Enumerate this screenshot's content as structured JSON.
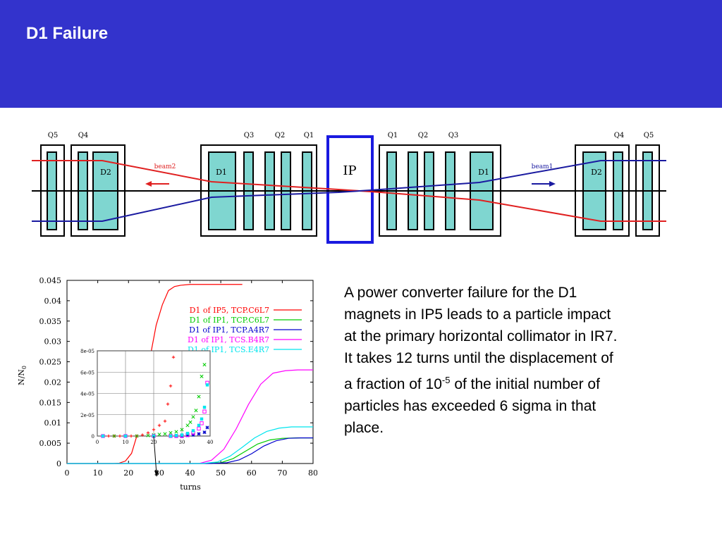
{
  "slide": {
    "title": "D1 Failure",
    "header_color": "#3333cc"
  },
  "layout_diagram": {
    "labels_left": [
      "Q5",
      "Q4"
    ],
    "labels_center_left": [
      "Q3",
      "Q2",
      "Q1"
    ],
    "labels_center_right": [
      "Q1",
      "Q2",
      "Q3"
    ],
    "labels_right": [
      "Q4",
      "Q5"
    ],
    "d2_left": "D2",
    "d1_left": "D1",
    "ip": "IP",
    "d1_right": "D1",
    "d2_right": "D2",
    "beam2": "beam2",
    "beam1": "beam1",
    "colors": {
      "magnet": "#7fd6d0",
      "beam1": "#1a1aa0",
      "beam2": "#e02020",
      "ip_box": "#1a1ae0"
    }
  },
  "chart_data": {
    "type": "line",
    "xlabel": "turns",
    "ylabel": "N/N0",
    "xlim": [
      0,
      80
    ],
    "ylim": [
      0,
      0.045
    ],
    "xticks": [
      "0",
      "10",
      "20",
      "30",
      "40",
      "50",
      "60",
      "70",
      "80"
    ],
    "yticks": [
      "0",
      "0.005",
      "0.01",
      "0.015",
      "0.02",
      "0.025",
      "0.03",
      "0.035",
      "0.04",
      "0.045"
    ],
    "legend": "top-right",
    "grid": false,
    "series": [
      {
        "name": "D1 of IP5, TCP.C6L7",
        "color": "#ff0000",
        "x": [
          0,
          15,
          17,
          19,
          21,
          23,
          25,
          27,
          29,
          31,
          33,
          35,
          37,
          40,
          45,
          57
        ],
        "y": [
          0,
          0,
          0.0001,
          0.0006,
          0.0025,
          0.0075,
          0.016,
          0.026,
          0.034,
          0.039,
          0.0425,
          0.0435,
          0.0438,
          0.044,
          0.044,
          0.044
        ]
      },
      {
        "name": "D1 of IP1, TCP.C6L7",
        "color": "#00cc00",
        "x": [
          0,
          44,
          50,
          54,
          58,
          62,
          66,
          70,
          75,
          80
        ],
        "y": [
          0,
          0,
          0.0002,
          0.0012,
          0.003,
          0.0048,
          0.0058,
          0.0062,
          0.0063,
          0.0063
        ]
      },
      {
        "name": "D1 of IP1, TCP.A4R7",
        "color": "#0000cc",
        "x": [
          0,
          47,
          52,
          56,
          60,
          64,
          68,
          72,
          76,
          80
        ],
        "y": [
          0,
          0,
          0.0002,
          0.0009,
          0.0024,
          0.0043,
          0.0056,
          0.0062,
          0.0063,
          0.0063
        ]
      },
      {
        "name": "D1 of IP1, TCS.B4R7",
        "color": "#ff00ff",
        "x": [
          0,
          43,
          47,
          51,
          55,
          59,
          63,
          67,
          71,
          75,
          80
        ],
        "y": [
          0,
          0,
          0.0008,
          0.0035,
          0.0085,
          0.0145,
          0.0195,
          0.0222,
          0.0228,
          0.023,
          0.023
        ]
      },
      {
        "name": "D1 of IP1, TCS.E4R7",
        "color": "#00e5ee",
        "x": [
          0,
          44,
          49,
          53,
          57,
          61,
          65,
          69,
          73,
          77,
          80
        ],
        "y": [
          0,
          0,
          0.0004,
          0.0018,
          0.004,
          0.0063,
          0.0079,
          0.0087,
          0.009,
          0.009,
          0.009
        ]
      }
    ],
    "inset": {
      "xlim": [
        0,
        40
      ],
      "ylim": [
        0,
        8e-05
      ],
      "xticks": [
        "0",
        "10",
        "20",
        "30",
        "40"
      ],
      "yticks": [
        "0",
        "2e-05",
        "4e-05",
        "6e-05",
        "8e-05"
      ],
      "grid": true,
      "series": [
        {
          "marker": "+",
          "color": "#ff0000",
          "x": [
            2,
            4,
            6,
            8,
            10,
            12,
            14,
            16,
            18,
            20,
            22,
            24,
            25,
            26,
            27
          ],
          "y": [
            0,
            0,
            0,
            0,
            0,
            0,
            0,
            1e-06,
            3e-06,
            6e-06,
            1e-05,
            1.4e-05,
            3e-05,
            4.7e-05,
            7.4e-05
          ]
        },
        {
          "marker": "x",
          "color": "#00cc00",
          "x": [
            2,
            6,
            10,
            14,
            18,
            20,
            22,
            24,
            26,
            28,
            30,
            32,
            33,
            34,
            35,
            36,
            37,
            38
          ],
          "y": [
            0,
            0,
            0,
            0,
            5e-07,
            1e-06,
            1.5e-06,
            2e-06,
            3e-06,
            4e-06,
            6e-06,
            1e-05,
            1.3e-05,
            1.8e-05,
            2.4e-05,
            3.7e-05,
            5.6e-05,
            6.7e-05
          ]
        },
        {
          "marker": "*",
          "color": "#0000cc",
          "x": [
            2,
            10,
            20,
            26,
            28,
            30,
            32,
            34,
            36,
            38,
            39
          ],
          "y": [
            0,
            0,
            0,
            0,
            0,
            0,
            5e-07,
            1e-06,
            2e-06,
            3.5e-06,
            8e-06
          ]
        },
        {
          "marker": "square",
          "color": "#ff00ff",
          "x": [
            2,
            10,
            20,
            26,
            28,
            30,
            32,
            34,
            36,
            37,
            38,
            39
          ],
          "y": [
            0,
            0,
            0,
            0,
            0,
            0,
            1e-06,
            3e-06,
            7e-06,
            1.2e-05,
            2.3e-05,
            5e-05
          ]
        },
        {
          "marker": "filled-square",
          "color": "#00e5ee",
          "x": [
            2,
            10,
            20,
            26,
            28,
            30,
            32,
            34,
            36,
            37,
            38,
            39
          ],
          "y": [
            0,
            0,
            0,
            0,
            5e-07,
            1e-06,
            2.5e-06,
            5e-06,
            1e-05,
            1.6e-05,
            2.7e-05,
            4.8e-05
          ]
        }
      ]
    }
  },
  "description": {
    "line1": "A power converter failure for the D1",
    "line2": "magnets in IP5 leads to a particle impact",
    "line3": "at the primary horizontal collimator in IR7.",
    "line4": "It takes 12 turns until the displacement of",
    "line5_pre": "a fraction of 10",
    "line5_sup": "-5",
    "line5_post": " of the initial number of",
    "line6": "particles has exceeded 6 sigma in that",
    "line7": "place."
  }
}
